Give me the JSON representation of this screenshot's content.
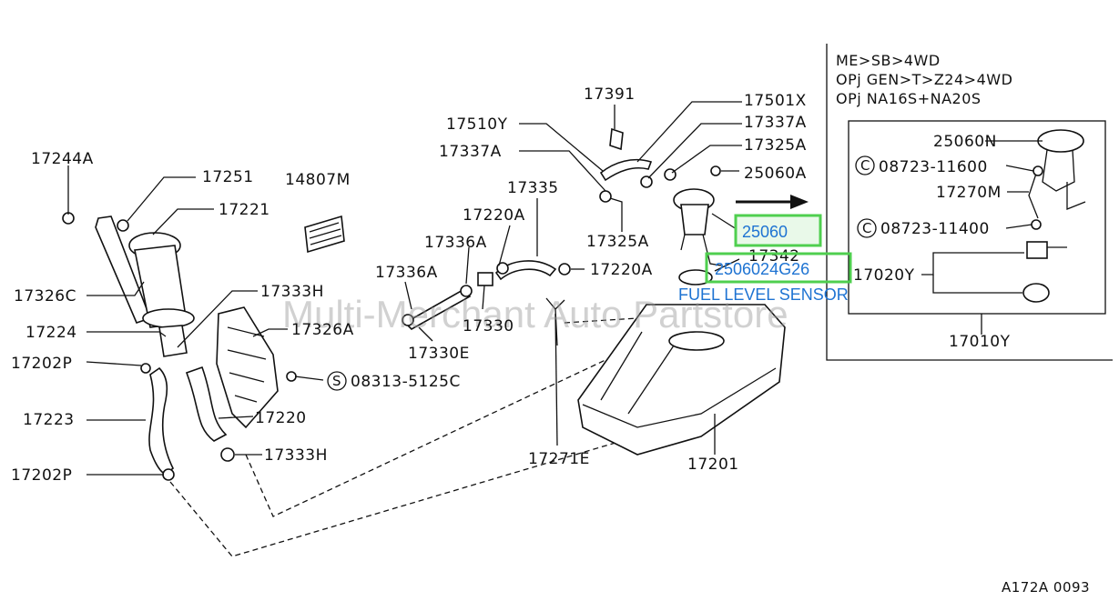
{
  "watermark": "Multi-Merchant Auto Partstore",
  "diagram_ref": "A172A 0093",
  "highlight": {
    "part_25060": "25060",
    "part_2506024G26": "2506024G26",
    "sensor_label": "FUEL LEVEL SENSOR",
    "color": "#1e73d2",
    "box_color": "#4fcf4f"
  },
  "inset": {
    "notes": [
      "ME>SB>4WD",
      "OPj GEN>T>Z24>4WD",
      "OPj NA16S+NA20S"
    ],
    "labels": {
      "p25060N": "25060N",
      "p08723_11600": "08723-11600",
      "p17270M": "17270M",
      "p08723_11400": "08723-11400",
      "p17020Y": "17020Y",
      "p17010Y": "17010Y",
      "c": "C"
    }
  },
  "labels": {
    "p17244A": "17244A",
    "p17251": "17251",
    "p17221": "17221",
    "p14807M": "14807M",
    "p17326C": "17326C",
    "p17224": "17224",
    "p17202P_a": "17202P",
    "p17223": "17223",
    "p17202P_b": "17202P",
    "p17333H_a": "17333H",
    "p17326A": "17326A",
    "p08313": "08313-5125C",
    "s": "S",
    "p17220": "17220",
    "p17333H_b": "17333H",
    "p17336A_a": "17336A",
    "p17336A_b": "17336A",
    "p17220A_a": "17220A",
    "p17335": "17335",
    "p17330": "17330",
    "p17330E": "17330E",
    "p17220A_b": "17220A",
    "p17271E": "17271E",
    "p17391": "17391",
    "p17510Y": "17510Y",
    "p17337A_a": "17337A",
    "p17325A_a": "17325A",
    "p17501X": "17501X",
    "p17337A_b": "17337A",
    "p17325A_b": "17325A",
    "p25060A": "25060A",
    "p17342": "17342",
    "p17201": "17201"
  }
}
